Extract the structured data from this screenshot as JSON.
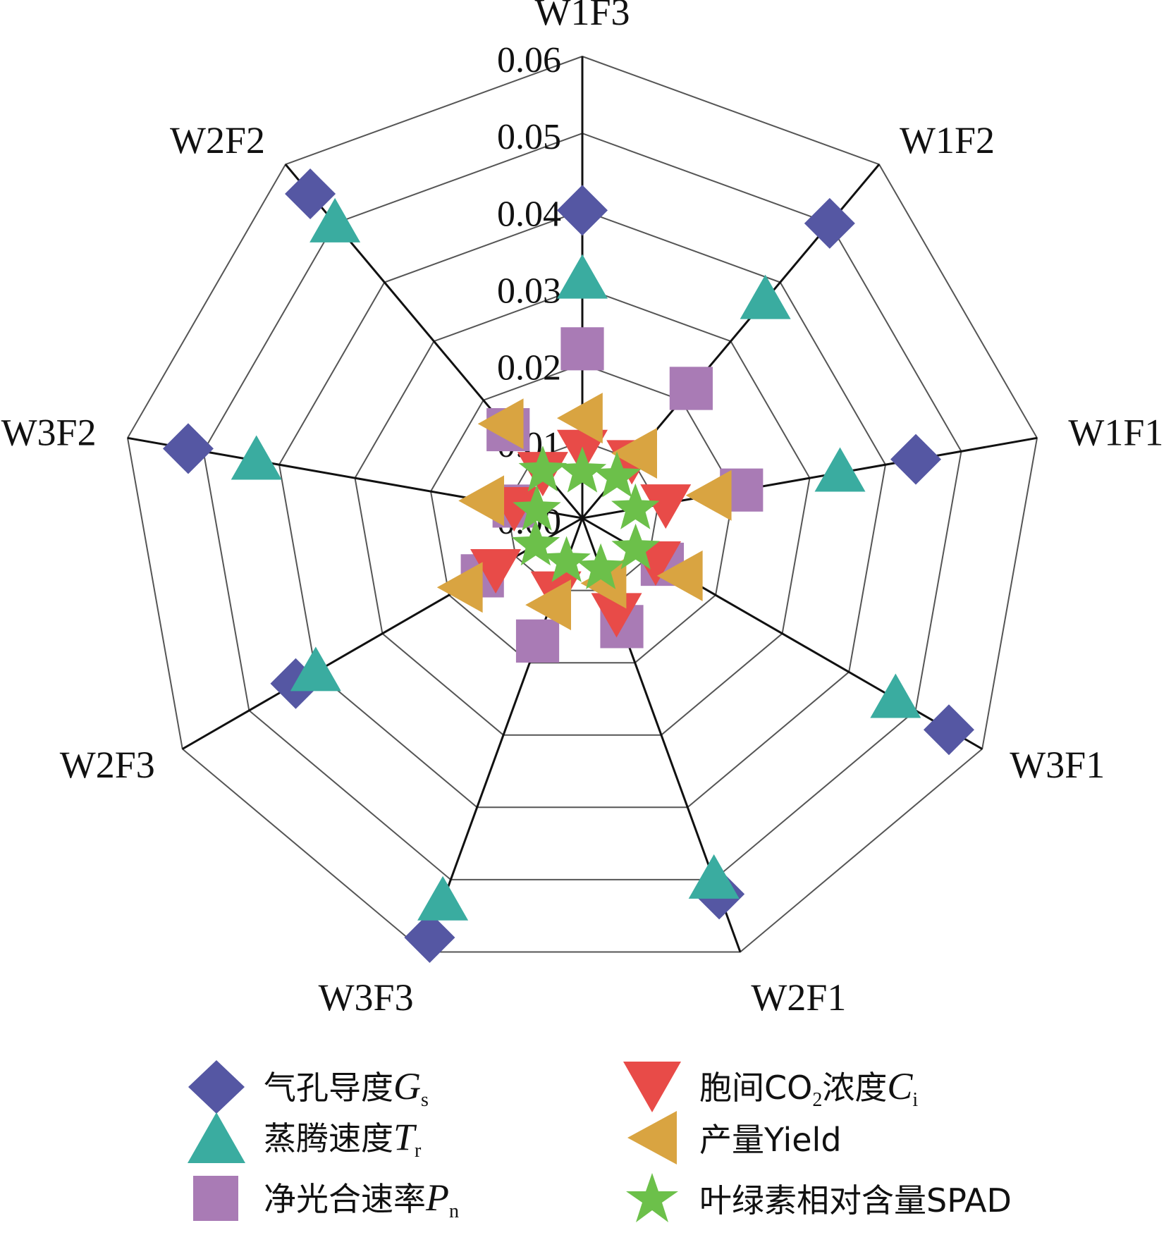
{
  "chart_data": {
    "type": "radar",
    "categories": [
      "W1F3",
      "W1F2",
      "W1F1",
      "W3F1",
      "W2F1",
      "W3F3",
      "W2F3",
      "W3F2",
      "W2F2"
    ],
    "radial_ticks": [
      "0.00",
      "0.01",
      "0.02",
      "0.03",
      "0.04",
      "0.05",
      "0.06"
    ],
    "rlim": [
      0,
      0.06
    ],
    "grid": true,
    "colors": {
      "Gs": "#5557a3",
      "Tr": "#3aaca0",
      "Pn": "#a97bb5",
      "Ci": "#e84b48",
      "Yield": "#d9a441",
      "SPAD": "#6cc04a"
    },
    "series": [
      {
        "key": "Gs",
        "marker": "diamond",
        "values": [
          0.04,
          0.05,
          0.044,
          0.055,
          0.052,
          0.058,
          0.043,
          0.052,
          0.055
        ]
      },
      {
        "key": "Tr",
        "marker": "triangle-up",
        "values": [
          0.031,
          0.037,
          0.034,
          0.047,
          0.05,
          0.053,
          0.04,
          0.043,
          0.05
        ]
      },
      {
        "key": "Pn",
        "marker": "square",
        "values": [
          0.022,
          0.022,
          0.021,
          0.012,
          0.015,
          0.017,
          0.015,
          0.009,
          0.015
        ]
      },
      {
        "key": "Ci",
        "marker": "triangle-down",
        "values": [
          0.009,
          0.01,
          0.011,
          0.011,
          0.013,
          0.01,
          0.013,
          0.009,
          0.008
        ]
      },
      {
        "key": "Yield",
        "marker": "triangle-left",
        "values": [
          0.013,
          0.011,
          0.017,
          0.015,
          0.009,
          0.012,
          0.018,
          0.013,
          0.016
        ]
      },
      {
        "key": "SPAD",
        "marker": "star",
        "values": [
          0.006,
          0.007,
          0.007,
          0.008,
          0.007,
          0.006,
          0.007,
          0.006,
          0.008
        ]
      }
    ],
    "legend": {
      "Gs": {
        "text": "气孔导度",
        "var": "G",
        "sub": "s"
      },
      "Ci": {
        "text": "胞间CO",
        "sub2": "2",
        "text2": "浓度",
        "var": "C",
        "sub": "i"
      },
      "Tr": {
        "text": "蒸腾速度",
        "var": "T",
        "sub": "r"
      },
      "Yield": {
        "text": "产量Yield"
      },
      "Pn": {
        "text": "净光合速率",
        "var": "P",
        "sub": "n"
      },
      "SPAD": {
        "text": "叶绿素相对含量SPAD"
      }
    }
  }
}
